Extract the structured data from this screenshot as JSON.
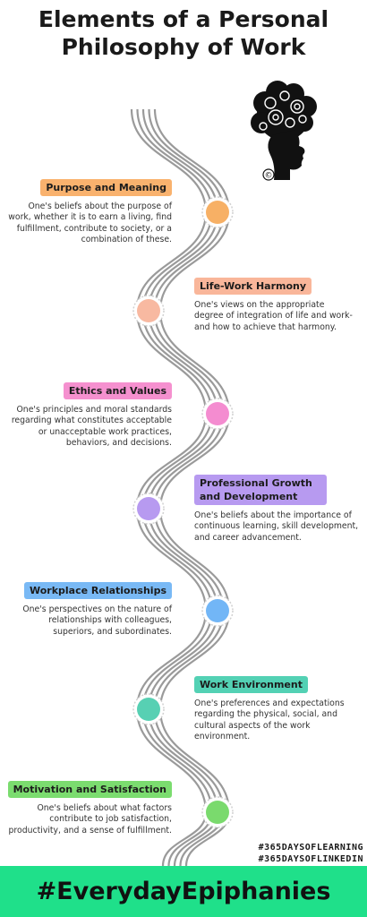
{
  "title": {
    "line1": "Elements of a Personal",
    "line2": "Philosophy of Work"
  },
  "emblem": {
    "icon": "gear-head-silhouette",
    "mark": "©"
  },
  "sections": [
    {
      "id": "purpose",
      "label": "Purpose and Meaning",
      "color": "#f9b26e",
      "dot": "#f7b065",
      "text": "One's beliefs about the purpose of work, whether it is to earn a living, find fulfillment, contribute to society, or a combination of these."
    },
    {
      "id": "harmony",
      "label": "Life-Work Harmony",
      "color": "#f9b69a",
      "dot": "#f8b9a1",
      "text": "One's views on the appropriate degree of integration of life and work- and how to achieve that harmony."
    },
    {
      "id": "ethics",
      "label": "Ethics and Values",
      "color": "#f590cf",
      "dot": "#f48cd0",
      "text": "One's principles and moral standards regarding what constitutes acceptable or unacceptable work practices, behaviors, and decisions."
    },
    {
      "id": "growth",
      "label": "Professional Growth and Development",
      "color": "#b79af0",
      "dot": "#b79af0",
      "text": "One's beliefs about the importance of continuous learning, skill development, and career advancement."
    },
    {
      "id": "relationships",
      "label": "Workplace Relationships",
      "color": "#79b9f5",
      "dot": "#72b6f6",
      "text": "One's perspectives on the nature of relationships with colleagues, superiors, and subordinates."
    },
    {
      "id": "environment",
      "label": "Work Environment",
      "color": "#53d1b4",
      "dot": "#57d0b3",
      "text": "One's preferences and expectations regarding the physical, social, and cultural aspects of the work environment."
    },
    {
      "id": "motivation",
      "label": "Motivation and Satisfaction",
      "color": "#7bdc6f",
      "dot": "#7ada6d",
      "text": "One's beliefs about what factors contribute to job satisfaction, productivity, and a sense of fulfillment."
    }
  ],
  "hashtags": [
    "#365DAYSOFLEARNING",
    "#365DAYSOFLINKEDIN"
  ],
  "banner": {
    "text": "#EverydayEpiphanies",
    "color": "#1fe08a"
  }
}
